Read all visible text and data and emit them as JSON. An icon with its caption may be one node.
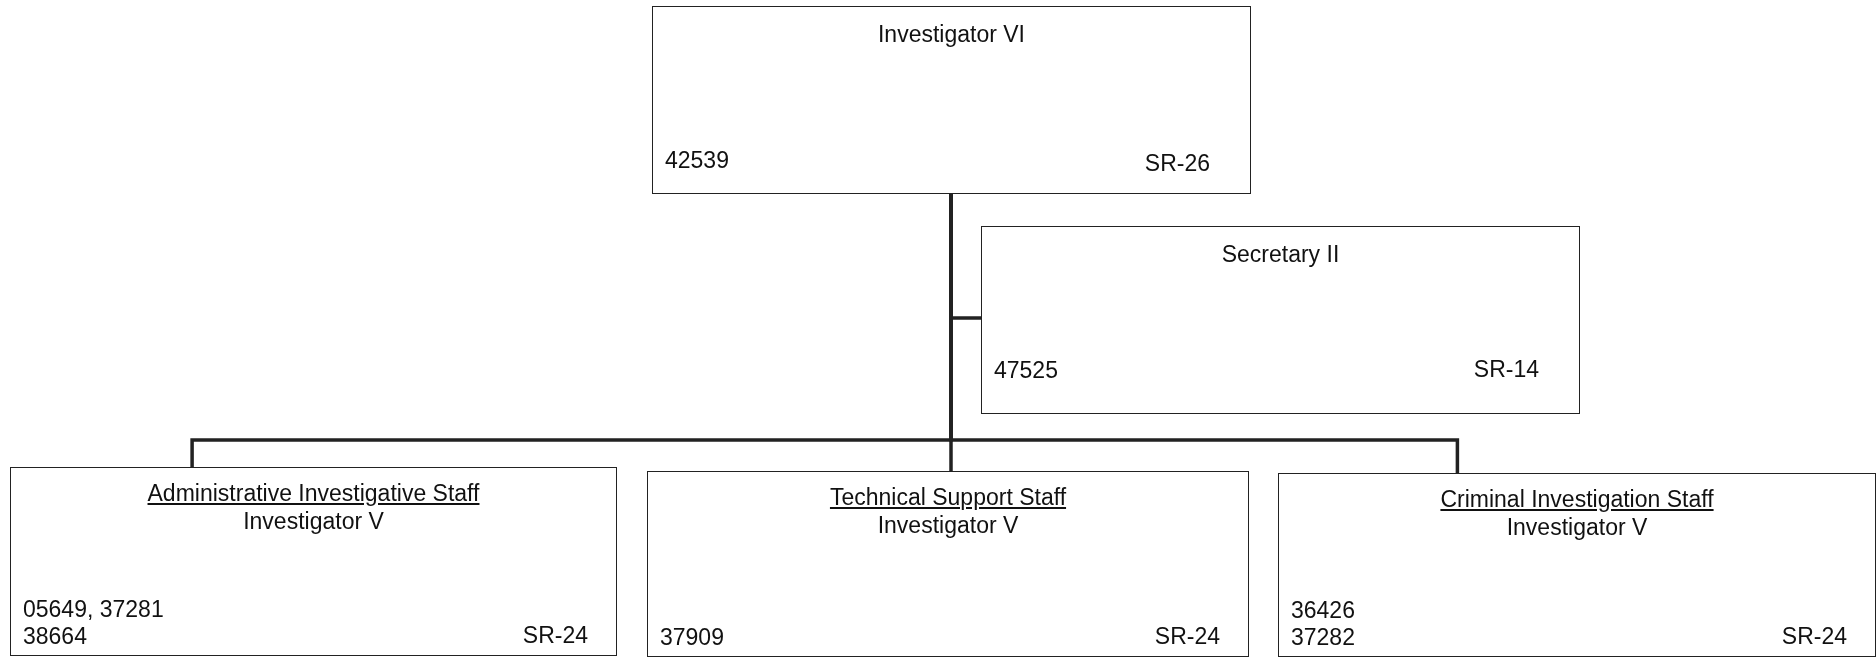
{
  "diagram": {
    "nodes": [
      {
        "text": [
          "Investigator VI",
          "42539",
          "SR-26"
        ]
      },
      {
        "text": [
          "Secretary II",
          "47525",
          "SR-14"
        ]
      },
      {
        "text": [
          "Administrative Investigative Staff",
          "Investigator V",
          "05649, 37281 38664",
          "SR-24"
        ]
      },
      {
        "text": [
          "Technical Support Staff",
          "Investigator V",
          "37909",
          "SR-24"
        ]
      },
      {
        "text": [
          "Criminal Investigation Staff",
          "Investigator V",
          "36426 37282",
          "SR-24"
        ]
      }
    ],
    "edges": [
      {
        "from": 0,
        "to": 1,
        "arrow": "none"
      },
      {
        "from": 0,
        "to": 2,
        "arrow": "none"
      },
      {
        "from": 0,
        "to": 3,
        "arrow": "none"
      },
      {
        "from": 0,
        "to": 4,
        "arrow": "none"
      }
    ]
  }
}
